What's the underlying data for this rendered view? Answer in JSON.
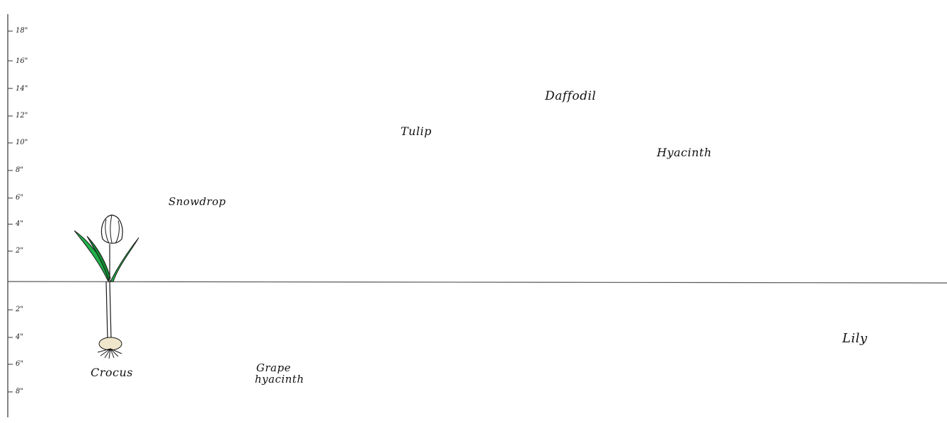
{
  "diagram": {
    "above_ground_ticks": [
      "18\"",
      "16\"",
      "14\"",
      "12\"",
      "10\"",
      "8\"",
      "6\"",
      "4\"",
      "2\""
    ],
    "below_ground_ticks": [
      "2\"",
      "4\"",
      "6\"",
      "8\""
    ],
    "plants": {
      "crocus": "Crocus",
      "snowdrop": "Snowdrop",
      "grape_hyacinth_line1": "Grape",
      "grape_hyacinth_line2": "hyacinth",
      "tulip": "Tulip",
      "daffodil": "Daffodil",
      "hyacinth": "Hyacinth",
      "lily": "Lily"
    },
    "colors": {
      "leaf": "#20b04a",
      "leaf_dark": "#138a33",
      "bulb": "#f0e6cc",
      "outline": "#1a1a1a",
      "ground": "#555555"
    }
  }
}
